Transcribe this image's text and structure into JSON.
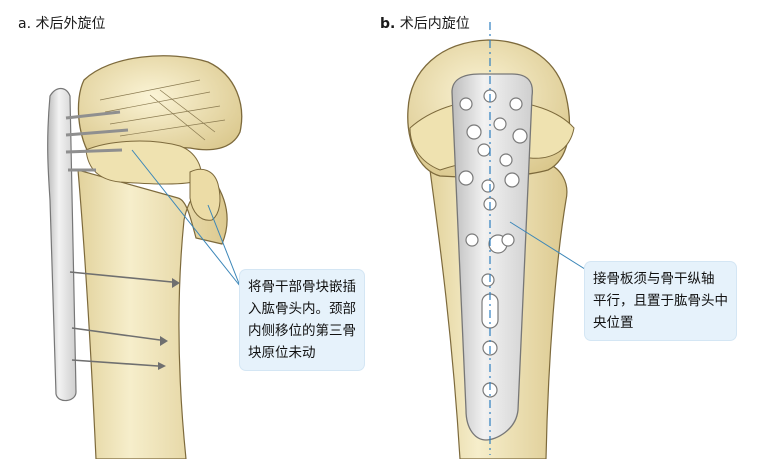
{
  "panels": {
    "a": {
      "prefix": "a.",
      "title": "术后外旋位"
    },
    "b": {
      "prefix": "b.",
      "title": "术后内旋位"
    }
  },
  "callouts": {
    "a": {
      "lines": [
        "将骨干部骨块嵌插",
        "入肱骨头内。颈部",
        "内侧移位的第三骨",
        "块原位未动"
      ]
    },
    "b": {
      "lines": [
        "接骨板须与骨干纵轴",
        "平行，且置于肱骨头中",
        "央位置"
      ]
    }
  },
  "colors": {
    "bone": "#f3e9bd",
    "bone_shadow": "#dcc98f",
    "plate": "#e4e4e4",
    "leader": "#3b86b8",
    "axis": "#2e7fc0",
    "callout_bg": "#e6f2fb"
  }
}
